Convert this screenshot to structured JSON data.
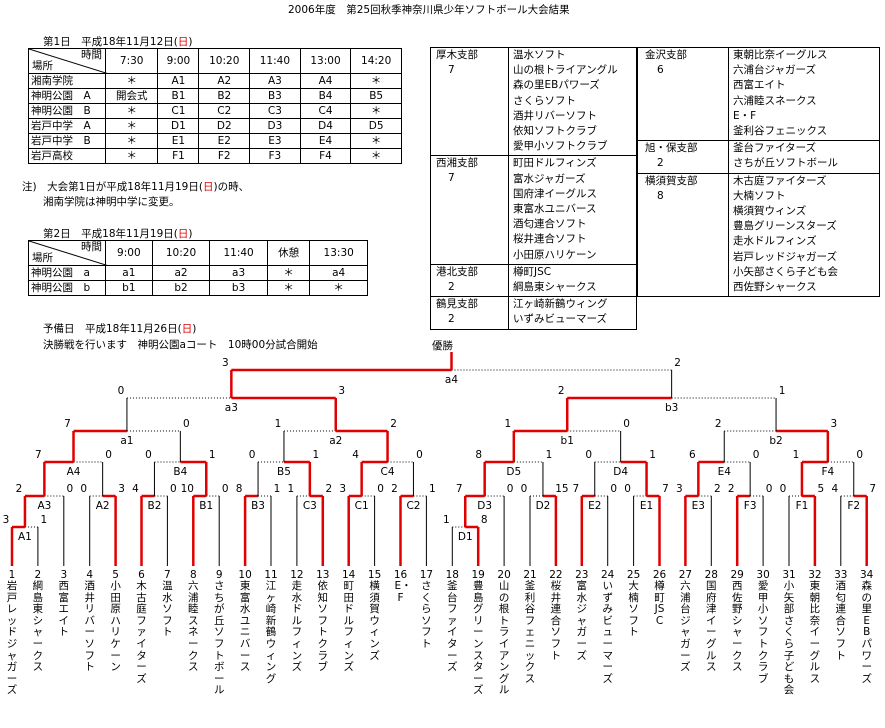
{
  "title": "2006年度　第25回秋季神奈川県少年ソフトボール大会結果",
  "day1": {
    "label": "第1日　平成18年11月12日(",
    "dow": "日",
    "close": ")",
    "header_time": "時間",
    "header_place": "場所",
    "times": [
      "7:30",
      "9:00",
      "10:20",
      "11:40",
      "13:00",
      "14:20"
    ],
    "rows": [
      {
        "venue": "湘南学院",
        "cells": [
          "＊",
          "A1",
          "A2",
          "A3",
          "A4",
          "＊"
        ]
      },
      {
        "venue": "神明公園　A",
        "cells": [
          "開会式",
          "B1",
          "B2",
          "B3",
          "B4",
          "B5"
        ]
      },
      {
        "venue": "神明公園　B",
        "cells": [
          "＊",
          "C1",
          "C2",
          "C3",
          "C4",
          "＊"
        ]
      },
      {
        "venue": "岩戸中学　A",
        "cells": [
          "＊",
          "D1",
          "D2",
          "D3",
          "D4",
          "D5"
        ]
      },
      {
        "venue": "岩戸中学　B",
        "cells": [
          "＊",
          "E1",
          "E2",
          "E3",
          "E4",
          "＊"
        ]
      },
      {
        "venue": "岩戸高校",
        "cells": [
          "＊",
          "F1",
          "F2",
          "F3",
          "F4",
          "＊"
        ]
      }
    ]
  },
  "note": {
    "line1_a": "注)　大会第1日が平成18年11月19日(",
    "line1_dow": "日",
    "line1_b": ")の時、",
    "line2": "湘南学院は神明中学に変更。"
  },
  "day2": {
    "label": "第2日　平成18年11月19日(",
    "dow": "日",
    "close": ")",
    "header_time": "時間",
    "header_place": "場所",
    "times": [
      "9:00",
      "10:20",
      "11:40",
      "休憩",
      "13:30"
    ],
    "rows": [
      {
        "venue": "神明公園　a",
        "cells": [
          "a1",
          "a2",
          "a3",
          "＊",
          "a4"
        ]
      },
      {
        "venue": "神明公園　b",
        "cells": [
          "b1",
          "b2",
          "b3",
          "＊",
          "＊"
        ]
      }
    ]
  },
  "reserve": {
    "label": "予備日　平成18年11月26日(",
    "dow": "日",
    "close": ")",
    "final_note": "決勝戦を行います　神明公園aコート　10時00分試合開始"
  },
  "branches": {
    "left": [
      {
        "name": "厚木支部",
        "count": "7",
        "teams": [
          "温水ソフト",
          "山の根トライアングル",
          "森の里EBパワーズ",
          "さくらソフト",
          "酒井リバーソフト",
          "依知ソフトクラブ",
          "愛甲小ソフトクラブ"
        ]
      },
      {
        "name": "西湘支部",
        "count": "7",
        "teams": [
          "町田ドルフィンズ",
          "富水ジャガーズ",
          "国府津イーグルス",
          "東富水ユニバース",
          "酒匂連合ソフト",
          "桜井連合ソフト",
          "小田原ハリケーン"
        ]
      },
      {
        "name": "港北支部",
        "count": "2",
        "teams": [
          "樽町JSC",
          "綱島東シャークス"
        ]
      },
      {
        "name": "鶴見支部",
        "count": "2",
        "teams": [
          "江ヶ崎新鶴ウィング",
          "いずみビューマーズ"
        ]
      }
    ],
    "right": [
      {
        "name": "金沢支部",
        "count": "6",
        "teams": [
          "東朝比奈イーグルス",
          "六浦台ジャガーズ",
          "西富エイト",
          "六浦睦スネークス",
          "E・F",
          "釜利谷フェニックス"
        ]
      },
      {
        "name": "旭・保支部",
        "count": "2",
        "teams": [
          "釜台ファイターズ",
          "さちが丘ソフトボール"
        ]
      },
      {
        "name": "横須賀支部",
        "count": "8",
        "teams": [
          "木古庭ファイターズ",
          "大楠ソフト",
          "横須賀ウィンズ",
          "豊島グリーンスターズ",
          "走水ドルフィンズ",
          "岩戸レッドジャガーズ",
          "小矢部さくら子ども会",
          "西佐野シャークス"
        ]
      }
    ]
  },
  "bracket": {
    "champion_label": "優勝",
    "entrants": [
      {
        "no": "1",
        "name": "岩戸レッドジャガーズ"
      },
      {
        "no": "2",
        "name": "綱島東シャークス"
      },
      {
        "no": "3",
        "name": "西富エイト"
      },
      {
        "no": "4",
        "name": "酒井リバーソフト"
      },
      {
        "no": "5",
        "name": "小田原ハリケーン"
      },
      {
        "no": "6",
        "name": "木古庭ファイターズ"
      },
      {
        "no": "7",
        "name": "温水ソフト"
      },
      {
        "no": "8",
        "name": "六浦睦スネークス"
      },
      {
        "no": "9",
        "name": "さちが丘ソフトボール"
      },
      {
        "no": "10",
        "name": "東富水ユニバース"
      },
      {
        "no": "11",
        "name": "江ヶ崎新鶴ウィング"
      },
      {
        "no": "12",
        "name": "走水ドルフィンズ"
      },
      {
        "no": "13",
        "name": "依知ソフトクラブ"
      },
      {
        "no": "14",
        "name": "町田ドルフィンズ"
      },
      {
        "no": "15",
        "name": "横須賀ウィンズ"
      },
      {
        "no": "16",
        "name": "E・F"
      },
      {
        "no": "17",
        "name": "さくらソフト"
      },
      {
        "no": "18",
        "name": "釜台ファイターズ"
      },
      {
        "no": "19",
        "name": "豊島グリーンスターズ"
      },
      {
        "no": "20",
        "name": "山の根トライアングル"
      },
      {
        "no": "21",
        "name": "釜利谷フェニックス"
      },
      {
        "no": "22",
        "name": "桜井連合ソフト"
      },
      {
        "no": "23",
        "name": "富水ジャガーズ"
      },
      {
        "no": "24",
        "name": "いずみビューマーズ"
      },
      {
        "no": "25",
        "name": "大楠ソフト"
      },
      {
        "no": "26",
        "name": "樽町JSC"
      },
      {
        "no": "27",
        "name": "六浦台ジャガーズ"
      },
      {
        "no": "28",
        "name": "国府津イーグルス"
      },
      {
        "no": "29",
        "name": "西佐野シャークス"
      },
      {
        "no": "30",
        "name": "愛甲小ソフトクラブ"
      },
      {
        "no": "31",
        "name": "小矢部さくら子ども会"
      },
      {
        "no": "32",
        "name": "東朝比奈イーグルス"
      },
      {
        "no": "33",
        "name": "酒匂連合ソフト"
      },
      {
        "no": "34",
        "name": "森の里EBパワーズ"
      }
    ],
    "matches": [
      {
        "id": "A1",
        "left_score": "3",
        "right_score": "1"
      },
      {
        "id": "A3",
        "left_score": "2",
        "right_score": "0"
      },
      {
        "id": "A2",
        "left_score": "0",
        "right_score": "3"
      },
      {
        "id": "A4",
        "left_score": "7",
        "right_score": "0"
      },
      {
        "id": "B2",
        "left_score": "4",
        "right_score": "0"
      },
      {
        "id": "B1",
        "left_score": "10",
        "right_score": "0"
      },
      {
        "id": "B4",
        "left_score": "0",
        "right_score": "1"
      },
      {
        "id": "a1",
        "left_score": "7",
        "right_score": "0"
      },
      {
        "id": "B3",
        "left_score": "8",
        "right_score": "1"
      },
      {
        "id": "C3",
        "left_score": "1",
        "right_score": "2"
      },
      {
        "id": "B5",
        "left_score": "0",
        "right_score": "1"
      },
      {
        "id": "C1",
        "left_score": "3",
        "right_score": "0"
      },
      {
        "id": "C2",
        "left_score": "2",
        "right_score": "1"
      },
      {
        "id": "C4",
        "left_score": "4",
        "right_score": "0"
      },
      {
        "id": "a2",
        "left_score": "1",
        "right_score": "2"
      },
      {
        "id": "a3",
        "left_score": "0",
        "right_score": "3"
      },
      {
        "id": "D1",
        "left_score": "1",
        "right_score": "8"
      },
      {
        "id": "D3",
        "left_score": "7",
        "right_score": "0"
      },
      {
        "id": "D2",
        "left_score": "0",
        "right_score": "15"
      },
      {
        "id": "D5",
        "left_score": "8",
        "right_score": "1"
      },
      {
        "id": "E2",
        "left_score": "7",
        "right_score": "0"
      },
      {
        "id": "E1",
        "left_score": "0",
        "right_score": "7"
      },
      {
        "id": "D4",
        "left_score": "0",
        "right_score": "1"
      },
      {
        "id": "b1",
        "left_score": "1",
        "right_score": "0"
      },
      {
        "id": "E3",
        "left_score": "3",
        "right_score": "2"
      },
      {
        "id": "F3",
        "left_score": "2",
        "right_score": "0"
      },
      {
        "id": "E4",
        "left_score": "6",
        "right_score": "0"
      },
      {
        "id": "F1",
        "left_score": "0",
        "right_score": "5"
      },
      {
        "id": "F2",
        "left_score": "4",
        "right_score": "7"
      },
      {
        "id": "F4",
        "left_score": "1",
        "right_score": "0"
      },
      {
        "id": "b2",
        "left_score": "2",
        "right_score": "3"
      },
      {
        "id": "b3",
        "left_score": "2",
        "right_score": "1"
      },
      {
        "id": "a4",
        "left_score": "3",
        "right_score": "2"
      }
    ]
  },
  "colors": {
    "winner_line": "#e00000",
    "loser_line": "#000000",
    "dow_text": "#e00000"
  }
}
